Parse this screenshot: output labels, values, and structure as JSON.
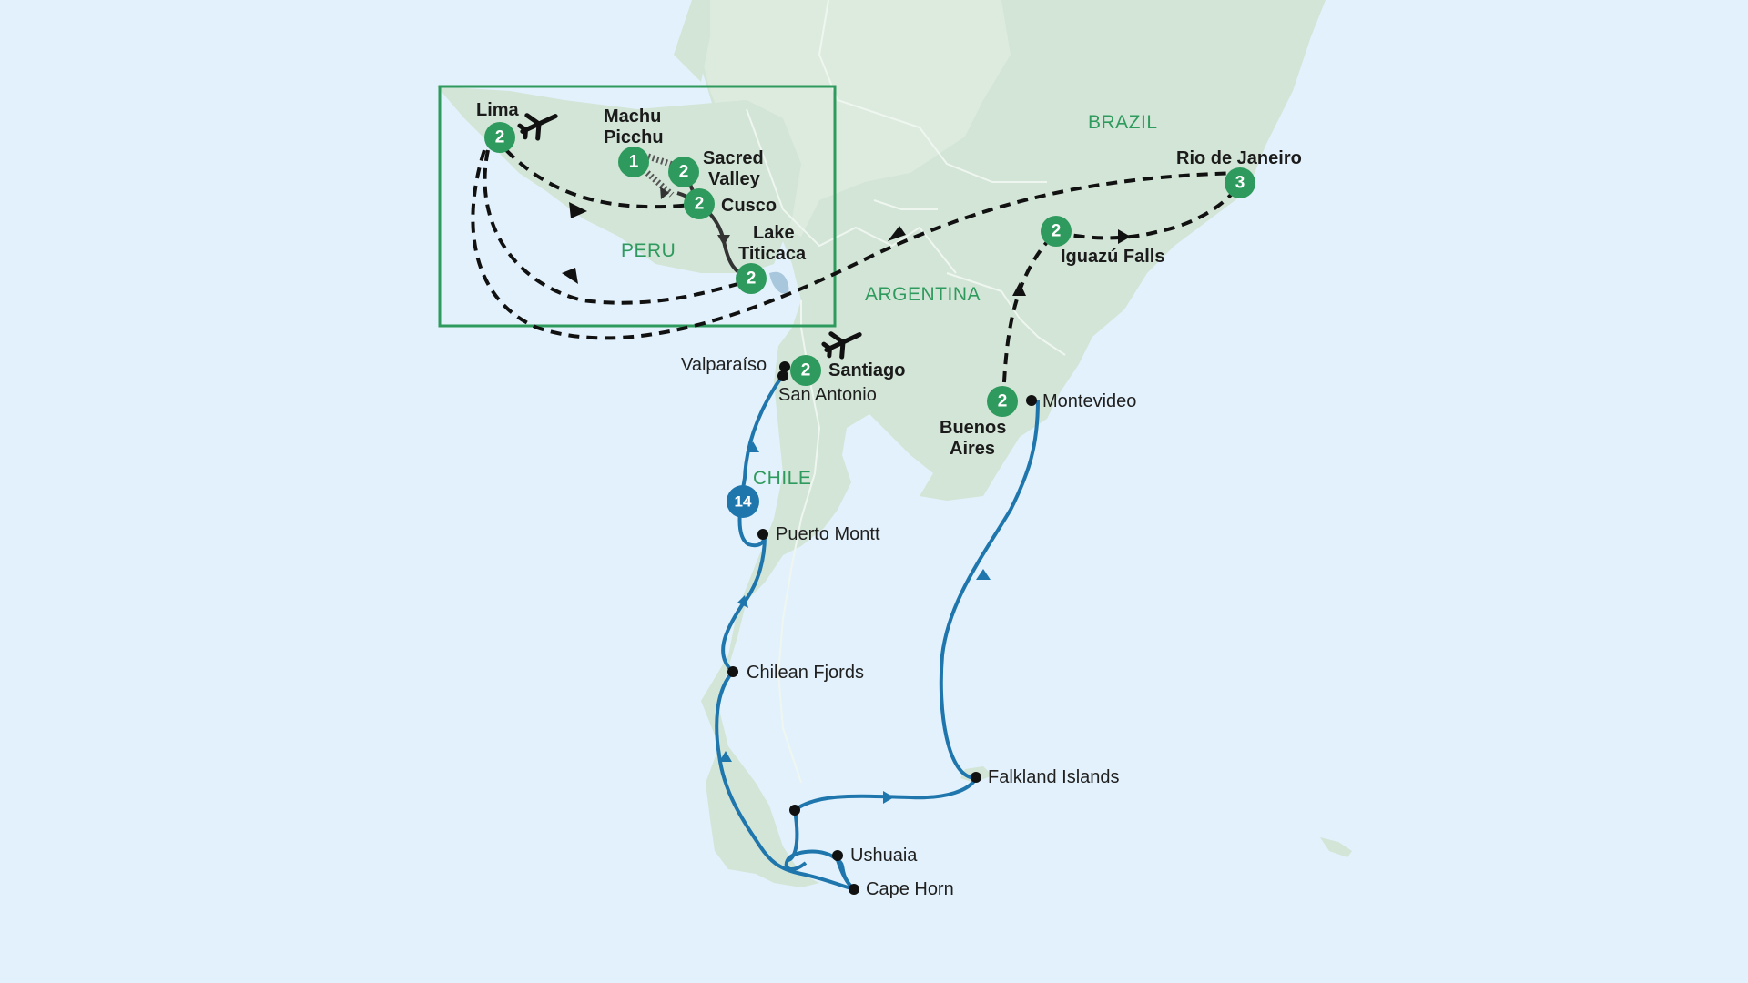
{
  "countries": {
    "brazil": "BRAZIL",
    "peru": "PERU",
    "argentina": "ARGENTINA",
    "chile": "CHILE"
  },
  "stops": {
    "lima": {
      "name": "Lima",
      "nights": "2"
    },
    "machu_picchu": {
      "line1": "Machu",
      "line2": "Picchu",
      "nights": "1"
    },
    "sacred_valley": {
      "line1": "Sacred",
      "line2": "Valley",
      "nights": "2"
    },
    "cusco": {
      "name": "Cusco",
      "nights": "2"
    },
    "lake_titicaca": {
      "line1": "Lake",
      "line2": "Titicaca",
      "nights": "2"
    },
    "santiago": {
      "name": "Santiago",
      "nights": "2"
    },
    "cruise": {
      "nights": "14"
    },
    "buenos_aires": {
      "line1": "Buenos",
      "line2": "Aires",
      "nights": "2"
    },
    "iguazu": {
      "name": "Iguazú Falls",
      "nights": "2"
    },
    "rio": {
      "name": "Rio de Janeiro",
      "nights": "3"
    }
  },
  "ports": {
    "valparaiso": "Valparaíso",
    "san_antonio": "San Antonio",
    "puerto_montt": "Puerto Montt",
    "chilean_fjords": "Chilean Fjords",
    "ushuaia": "Ushuaia",
    "cape_horn": "Cape Horn",
    "falkland_islands": "Falkland Islands",
    "montevideo": "Montevideo"
  },
  "colors": {
    "ocean": "#e2f1fb",
    "land": "#d2e5d6",
    "overland_stop": "#2f9a5d",
    "cruise_route": "#1e76ad",
    "flight_route": "#111111",
    "inset_frame": "#2f9a5d"
  },
  "icons": [
    "airplane-icon-lima",
    "airplane-icon-santiago"
  ]
}
